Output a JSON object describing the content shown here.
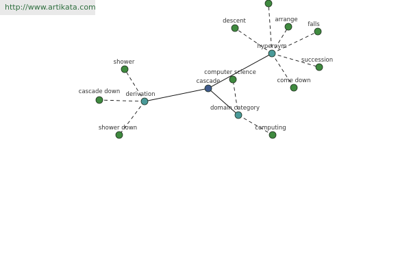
{
  "site": {
    "url_text": "http://www.artikata.com"
  },
  "graph": {
    "nodes": [
      {
        "id": "cascade",
        "label": "cascade",
        "kind": "center",
        "color": "#3f5a8c"
      },
      {
        "id": "derivation",
        "label": "derivation",
        "kind": "relation",
        "color": "#4a9a99"
      },
      {
        "id": "hypernym",
        "label": "hypernym",
        "kind": "relation",
        "color": "#4a9a99"
      },
      {
        "id": "domain_category",
        "label": "domain category",
        "kind": "relation",
        "color": "#4a9a99"
      },
      {
        "id": "shower",
        "label": "shower",
        "kind": "leaf",
        "color": "#3f8a3f"
      },
      {
        "id": "cascade_down",
        "label": "cascade down",
        "kind": "leaf",
        "color": "#3f8a3f"
      },
      {
        "id": "shower_down",
        "label": "shower down",
        "kind": "leaf",
        "color": "#3f8a3f"
      },
      {
        "id": "hyp_top",
        "label": "",
        "kind": "leaf",
        "color": "#3f8a3f"
      },
      {
        "id": "descent",
        "label": "descent",
        "kind": "leaf",
        "color": "#3f8a3f"
      },
      {
        "id": "arrange",
        "label": "arrange",
        "kind": "leaf",
        "color": "#3f8a3f"
      },
      {
        "id": "falls",
        "label": "falls",
        "kind": "leaf",
        "color": "#3f8a3f"
      },
      {
        "id": "succession",
        "label": "succession",
        "kind": "leaf",
        "color": "#3f8a3f"
      },
      {
        "id": "come_down",
        "label": "come down",
        "kind": "leaf",
        "color": "#3f8a3f"
      },
      {
        "id": "computer_science",
        "label": "computer science",
        "kind": "leaf",
        "color": "#3f8a3f"
      },
      {
        "id": "computing",
        "label": "computing",
        "kind": "leaf",
        "color": "#3f8a3f"
      }
    ],
    "edges": [
      {
        "from": "cascade",
        "to": "derivation",
        "style": "solid"
      },
      {
        "from": "cascade",
        "to": "hypernym",
        "style": "solid"
      },
      {
        "from": "cascade",
        "to": "domain_category",
        "style": "solid"
      },
      {
        "from": "derivation",
        "to": "shower",
        "style": "dashed"
      },
      {
        "from": "derivation",
        "to": "cascade_down",
        "style": "dashed"
      },
      {
        "from": "derivation",
        "to": "shower_down",
        "style": "dashed"
      },
      {
        "from": "hypernym",
        "to": "hyp_top",
        "style": "dashed"
      },
      {
        "from": "hypernym",
        "to": "descent",
        "style": "dashed"
      },
      {
        "from": "hypernym",
        "to": "arrange",
        "style": "dashed"
      },
      {
        "from": "hypernym",
        "to": "falls",
        "style": "dashed"
      },
      {
        "from": "hypernym",
        "to": "succession",
        "style": "dashed"
      },
      {
        "from": "hypernym",
        "to": "come_down",
        "style": "dashed"
      },
      {
        "from": "domain_category",
        "to": "computer_science",
        "style": "dashed"
      },
      {
        "from": "domain_category",
        "to": "computing",
        "style": "dashed"
      }
    ]
  }
}
